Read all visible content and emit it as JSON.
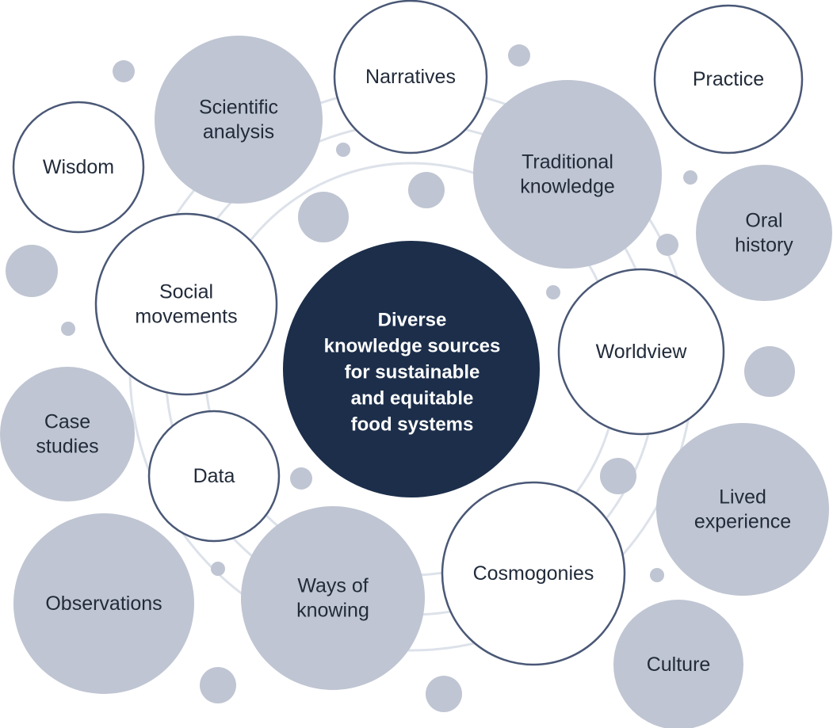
{
  "center": {
    "lines": [
      "Diverse",
      "knowledge sources",
      "for sustainable",
      "and equitable",
      "food systems"
    ]
  },
  "colors": {
    "center_fill": "#1c2e4a",
    "bubble_fill": "#bfc5d2",
    "outline": "#4a5876",
    "ring": "#dde2ea"
  },
  "bubbles": [
    {
      "id": "narratives",
      "style": "outlined",
      "lines": [
        "Narratives"
      ]
    },
    {
      "id": "practice",
      "style": "outlined",
      "lines": [
        "Practice"
      ]
    },
    {
      "id": "scientific-analysis",
      "style": "filled",
      "lines": [
        "Scientific",
        "analysis"
      ]
    },
    {
      "id": "traditional-knowledge",
      "style": "filled",
      "lines": [
        "Traditional",
        "knowledge"
      ]
    },
    {
      "id": "wisdom",
      "style": "outlined",
      "lines": [
        "Wisdom"
      ]
    },
    {
      "id": "oral-history",
      "style": "filled",
      "lines": [
        "Oral",
        "history"
      ]
    },
    {
      "id": "social-movements",
      "style": "outlined",
      "lines": [
        "Social",
        "movements"
      ]
    },
    {
      "id": "worldview",
      "style": "outlined",
      "lines": [
        "Worldview"
      ]
    },
    {
      "id": "case-studies",
      "style": "filled",
      "lines": [
        "Case",
        "studies"
      ]
    },
    {
      "id": "data",
      "style": "outlined",
      "lines": [
        "Data"
      ]
    },
    {
      "id": "lived-experience",
      "style": "filled",
      "lines": [
        "Lived",
        "experience"
      ]
    },
    {
      "id": "cosmogonies",
      "style": "outlined",
      "lines": [
        "Cosmogonies"
      ]
    },
    {
      "id": "observations",
      "style": "filled",
      "lines": [
        "Observations"
      ]
    },
    {
      "id": "ways-of-knowing",
      "style": "filled",
      "lines": [
        "Ways of",
        "knowing"
      ]
    },
    {
      "id": "culture",
      "style": "filled",
      "lines": [
        "Culture"
      ]
    }
  ]
}
